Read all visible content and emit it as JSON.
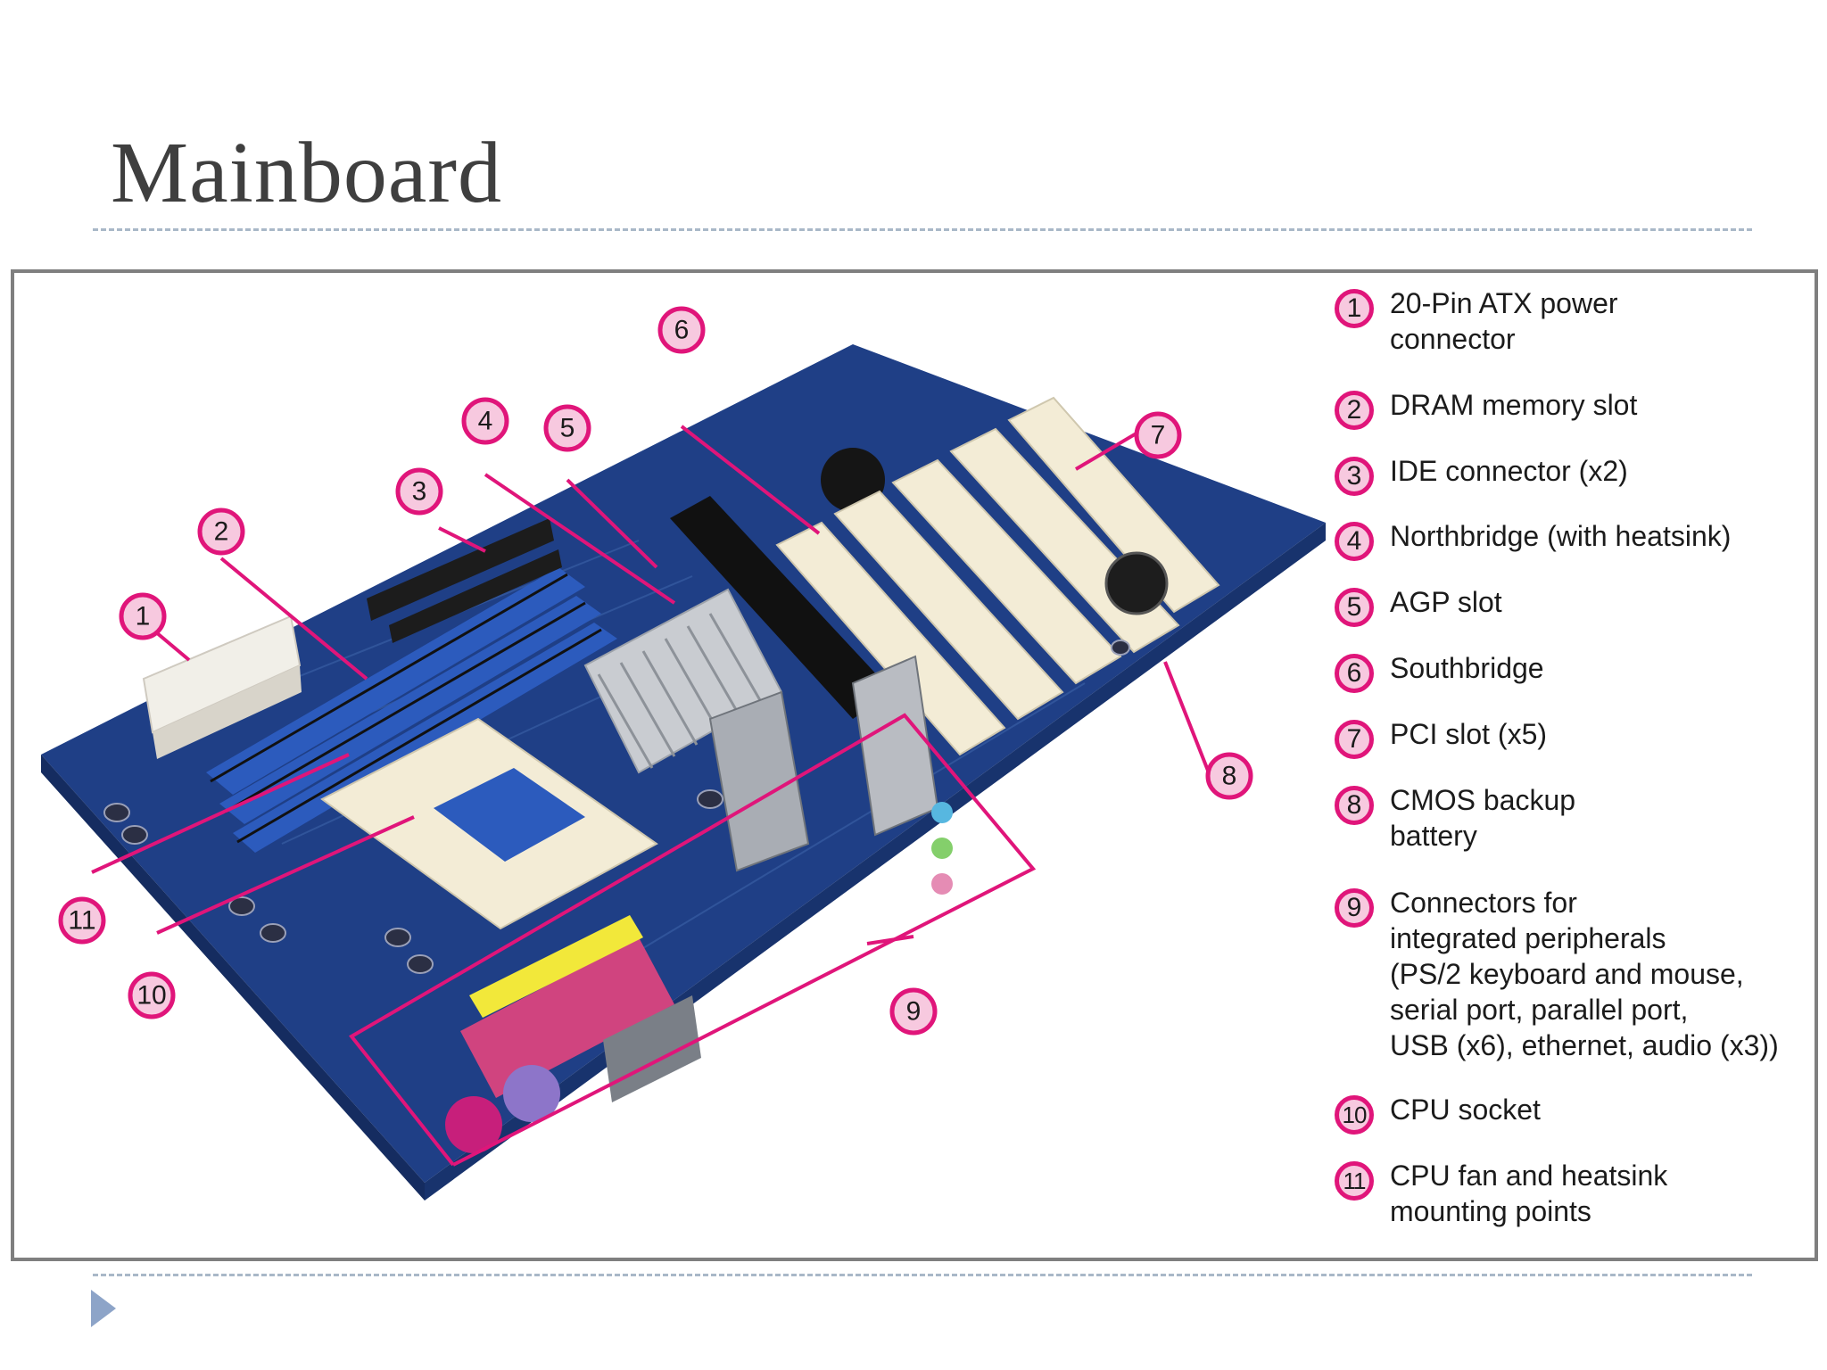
{
  "title": "Mainboard",
  "callouts": [
    "1",
    "2",
    "3",
    "4",
    "5",
    "6",
    "7",
    "8",
    "9",
    "10",
    "11"
  ],
  "legend": [
    {
      "num": "1",
      "lines": [
        "20-Pin ATX power",
        "connector"
      ]
    },
    {
      "num": "2",
      "lines": [
        "DRAM memory slot"
      ]
    },
    {
      "num": "3",
      "lines": [
        "IDE connector (x2)"
      ]
    },
    {
      "num": "4",
      "lines": [
        "Northbridge (with heatsink)"
      ]
    },
    {
      "num": "5",
      "lines": [
        "AGP slot"
      ]
    },
    {
      "num": "6",
      "lines": [
        "Southbridge"
      ]
    },
    {
      "num": "7",
      "lines": [
        "PCI slot (x5)"
      ]
    },
    {
      "num": "8",
      "lines": [
        "CMOS backup",
        "battery"
      ]
    },
    {
      "num": "9",
      "lines": [
        "Connectors for",
        "integrated peripherals",
        "(PS/2 keyboard and mouse,",
        "serial port, parallel port,",
        "USB (x6), ethernet, audio (x3))"
      ]
    },
    {
      "num": "10",
      "lines": [
        "CPU socket"
      ]
    },
    {
      "num": "11",
      "lines": [
        "CPU fan and heatsink",
        "mounting points"
      ]
    }
  ],
  "colors": {
    "accent": "#e0157a",
    "callout_fill": "#f7c9df",
    "board": "#1f3f86",
    "slot_blue": "#2c5bbd",
    "slot_cream": "#f3ecd6",
    "title": "#3f3f3f",
    "frame": "#7f7f7f",
    "divider": "#a9b8c8",
    "bullet": "#8da4c8"
  },
  "icons": {
    "bullet": "triangle-bullet-icon"
  }
}
